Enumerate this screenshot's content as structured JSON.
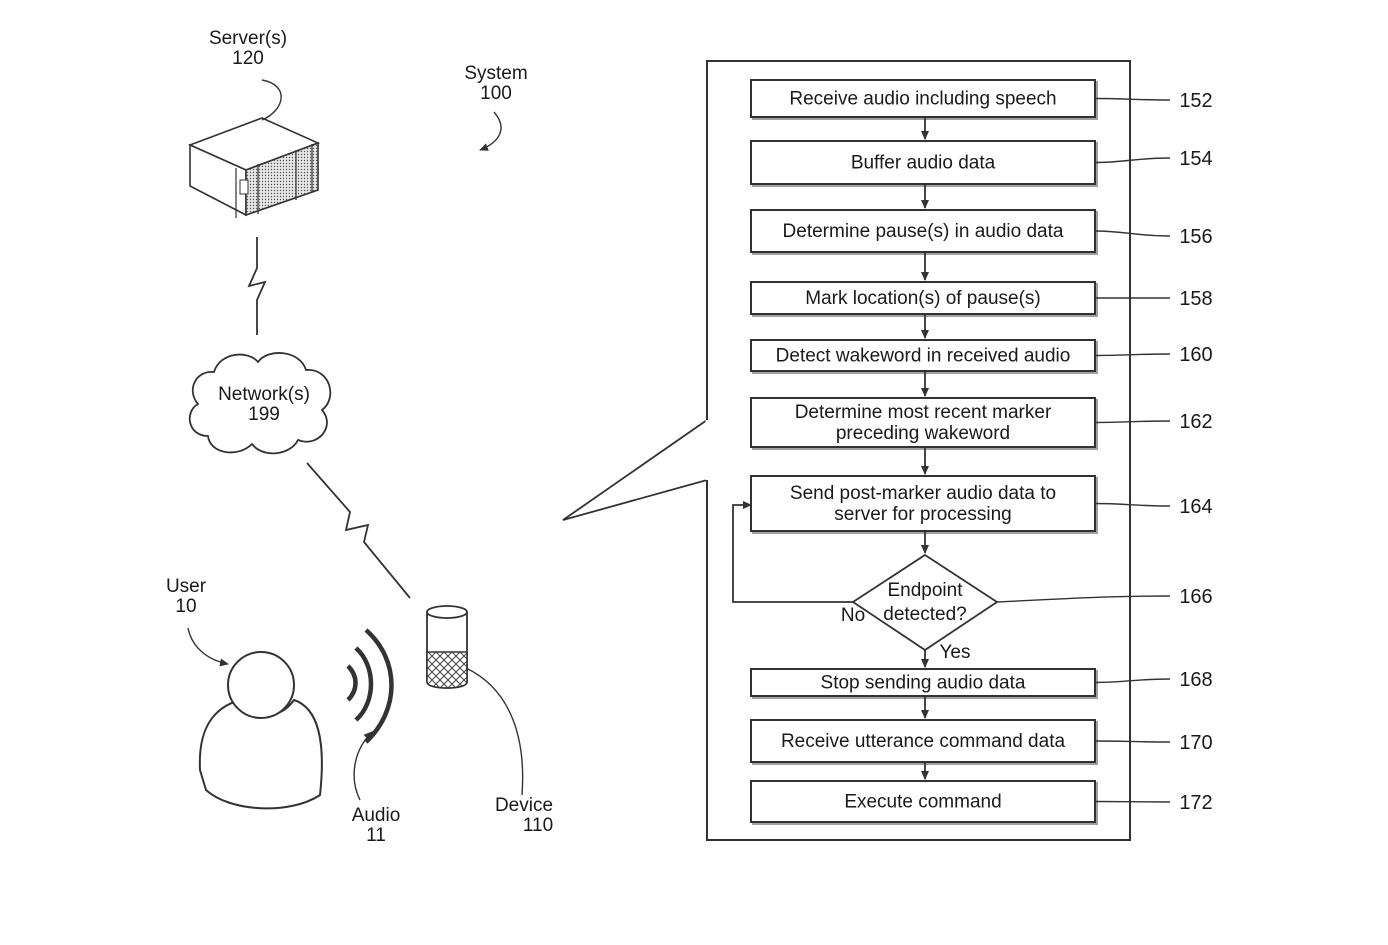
{
  "system": {
    "label": "System",
    "ref": "100"
  },
  "server": {
    "label": "Server(s)",
    "ref": "120"
  },
  "network": {
    "label": "Network(s)",
    "ref": "199"
  },
  "user": {
    "label": "User",
    "ref": "10"
  },
  "audio": {
    "label": "Audio",
    "ref": "11"
  },
  "device": {
    "label": "Device",
    "ref": "110"
  },
  "flow": {
    "steps": [
      {
        "id": "152",
        "lines": [
          "Receive audio including speech"
        ]
      },
      {
        "id": "154",
        "lines": [
          "Buffer audio data"
        ]
      },
      {
        "id": "156",
        "lines": [
          "Determine pause(s) in audio data"
        ]
      },
      {
        "id": "158",
        "lines": [
          "Mark location(s) of pause(s)"
        ]
      },
      {
        "id": "160",
        "lines": [
          "Detect wakeword in received audio"
        ]
      },
      {
        "id": "162",
        "lines": [
          "Determine most recent marker",
          "preceding wakeword"
        ]
      },
      {
        "id": "164",
        "lines": [
          "Send post-marker audio data to",
          "server for processing"
        ]
      },
      {
        "id": "168",
        "lines": [
          "Stop sending audio data"
        ]
      },
      {
        "id": "170",
        "lines": [
          "Receive utterance command data"
        ]
      },
      {
        "id": "172",
        "lines": [
          "Execute command"
        ]
      }
    ],
    "decision": {
      "id": "166",
      "line1": "Endpoint",
      "line2": "detected?",
      "no": "No",
      "yes": "Yes"
    }
  }
}
